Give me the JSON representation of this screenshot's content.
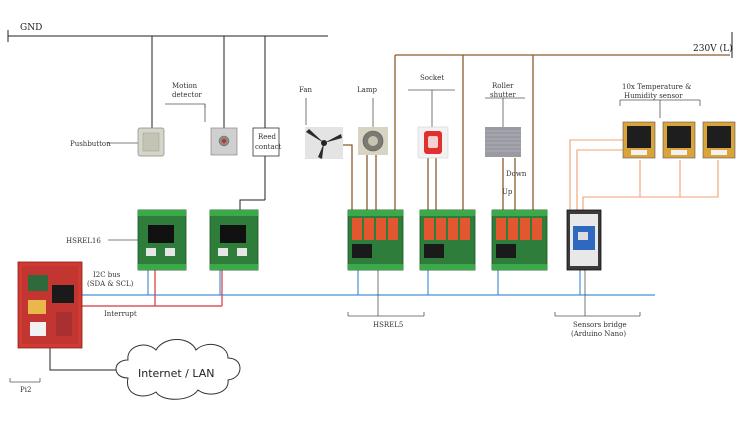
{
  "rails": {
    "gnd": "GND",
    "ac": "230V (L)"
  },
  "devices": {
    "pushbutton": "Pushbutton",
    "motion": [
      "Motion",
      "detector"
    ],
    "reed": [
      "Reed",
      "contact"
    ],
    "fan": "Fan",
    "lamp": "Lamp",
    "socket": "Socket",
    "roller": [
      "Roller",
      "shutter"
    ],
    "temp": [
      "10x Temperature &",
      "Humidity sensor"
    ],
    "down": "Down",
    "up": "Up"
  },
  "modules": {
    "hsrel16": "HSREL16",
    "hsrel5": "HSREL5",
    "bridge": [
      "Sensors bridge",
      "(Arduino Nano)"
    ],
    "i2c": [
      "I2C bus",
      "(SDA & SCL)"
    ],
    "interrupt": "Interrupt",
    "pi": "Pi2",
    "network": "Internet / LAN"
  },
  "colors": {
    "gnd": "#222222",
    "ac": "#8a5a2b",
    "bus": "#4a8fd0",
    "interrupt": "#d9363e",
    "sensor": "#f0a070",
    "board_green": "#2f7d3a",
    "relay_red": "#e2572f"
  }
}
